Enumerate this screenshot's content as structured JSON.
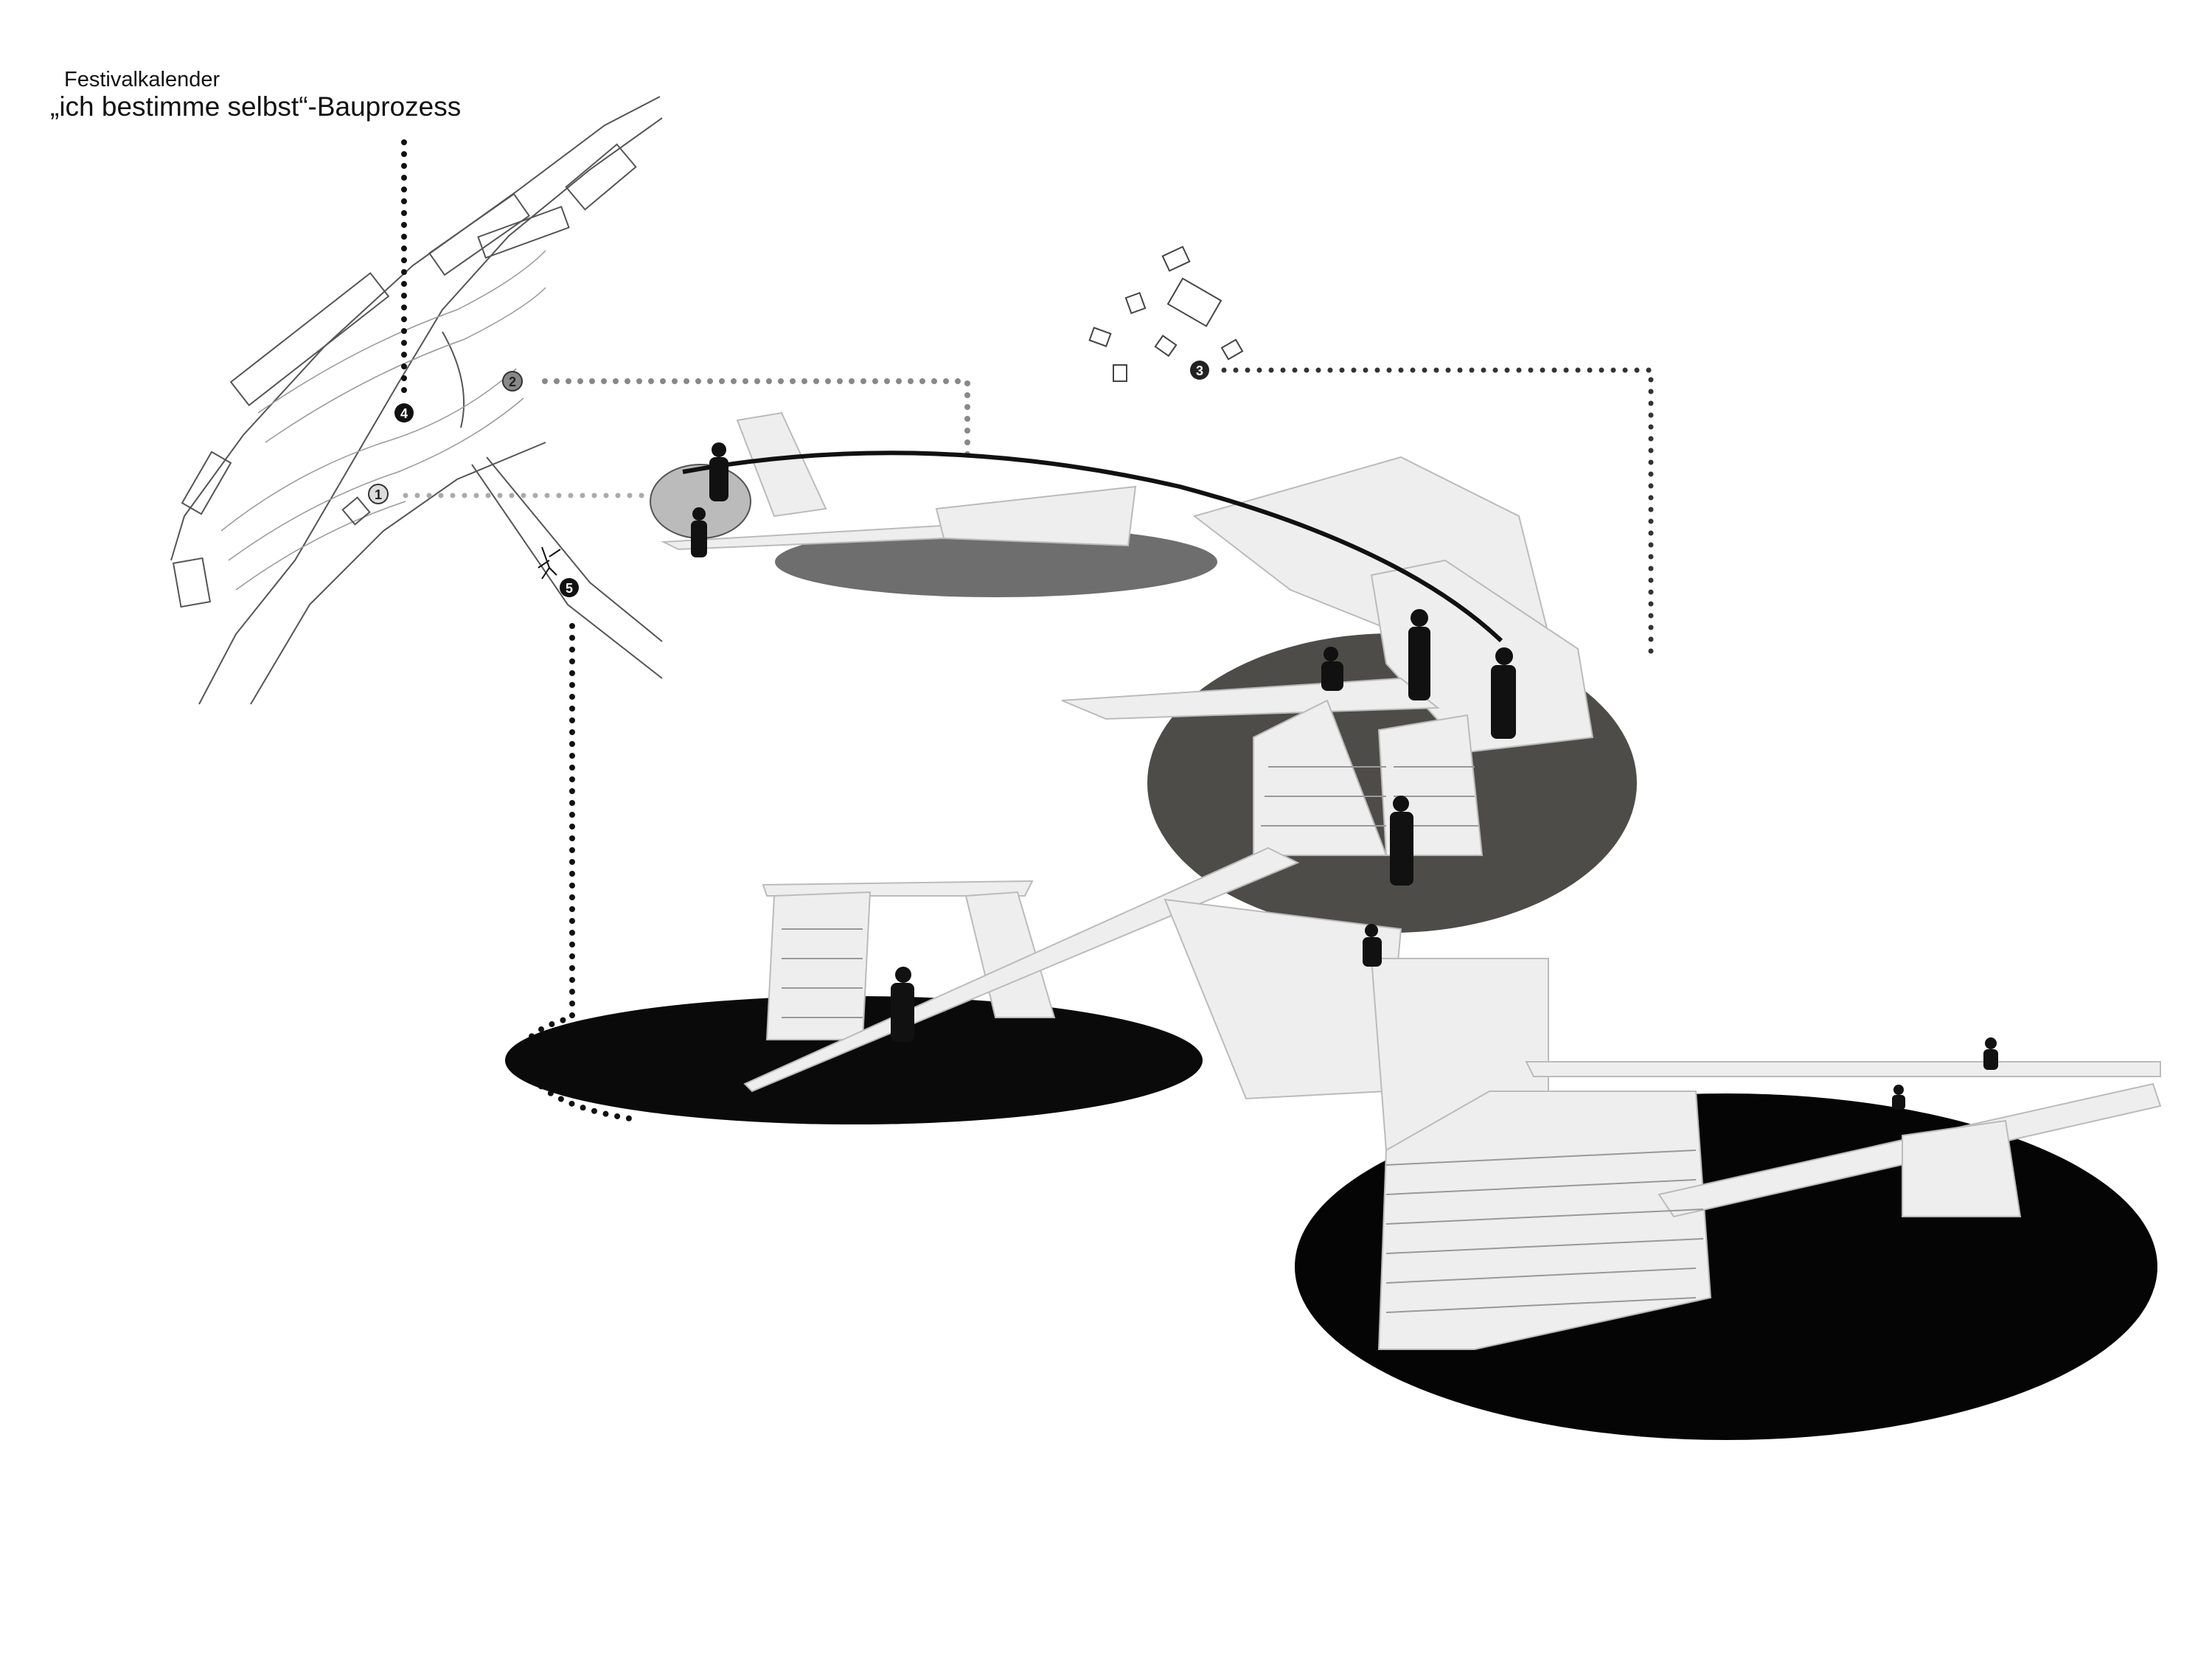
{
  "header": {
    "subtitle": "Festivalkalender",
    "title": "„ich bestimme selbst“-Bauprozess"
  },
  "markers": [
    {
      "label": "1",
      "style": "light"
    },
    {
      "label": "2",
      "style": "grey"
    },
    {
      "label": "3",
      "style": "dark"
    },
    {
      "label": "4",
      "style": "dark"
    },
    {
      "label": "5",
      "style": "dark"
    }
  ],
  "colors": {
    "ink": "#111111",
    "grey_platform": "#6e6e6e",
    "dark_platform": "#4e4c49",
    "black_platform": "#0a0a0a",
    "structure": "#eeeeee"
  }
}
